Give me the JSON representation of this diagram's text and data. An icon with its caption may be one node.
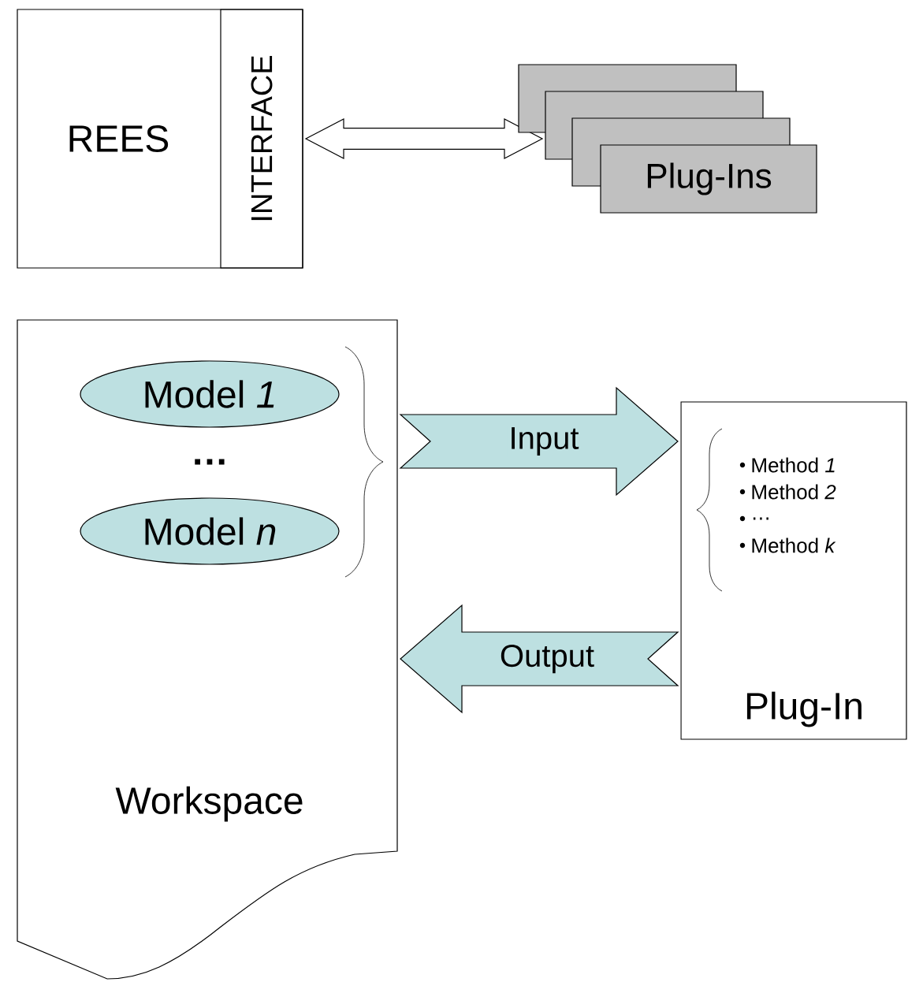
{
  "diagram": {
    "nodes": [
      {
        "text": [
          "REES"
        ]
      },
      {
        "text": [
          "INTERFACE"
        ],
        "in": 0
      },
      {
        "text": [],
        "shape": "box"
      },
      {
        "text": [],
        "shape": "box"
      },
      {
        "text": [],
        "shape": "box"
      },
      {
        "text": [
          "Plug-Ins"
        ]
      },
      {
        "text": [
          "Workspace"
        ]
      },
      {
        "text": [
          "Model *1*"
        ],
        "in": 6
      },
      {
        "text": [
          "Model *n*"
        ],
        "in": 6
      },
      {
        "text": [
          "Method *1*",
          "Method *2*",
          "…",
          "Method *k*",
          "Plug-In"
        ]
      }
    ],
    "edges": [
      {
        "from": 1,
        "to": 3,
        "arrow": "both"
      },
      {
        "from": 6,
        "to": 9,
        "arrow": "to",
        "label": "Input"
      },
      {
        "from": 9,
        "to": 6,
        "arrow": "to",
        "label": "Output"
      }
    ],
    "labels": [
      "…"
    ]
  }
}
